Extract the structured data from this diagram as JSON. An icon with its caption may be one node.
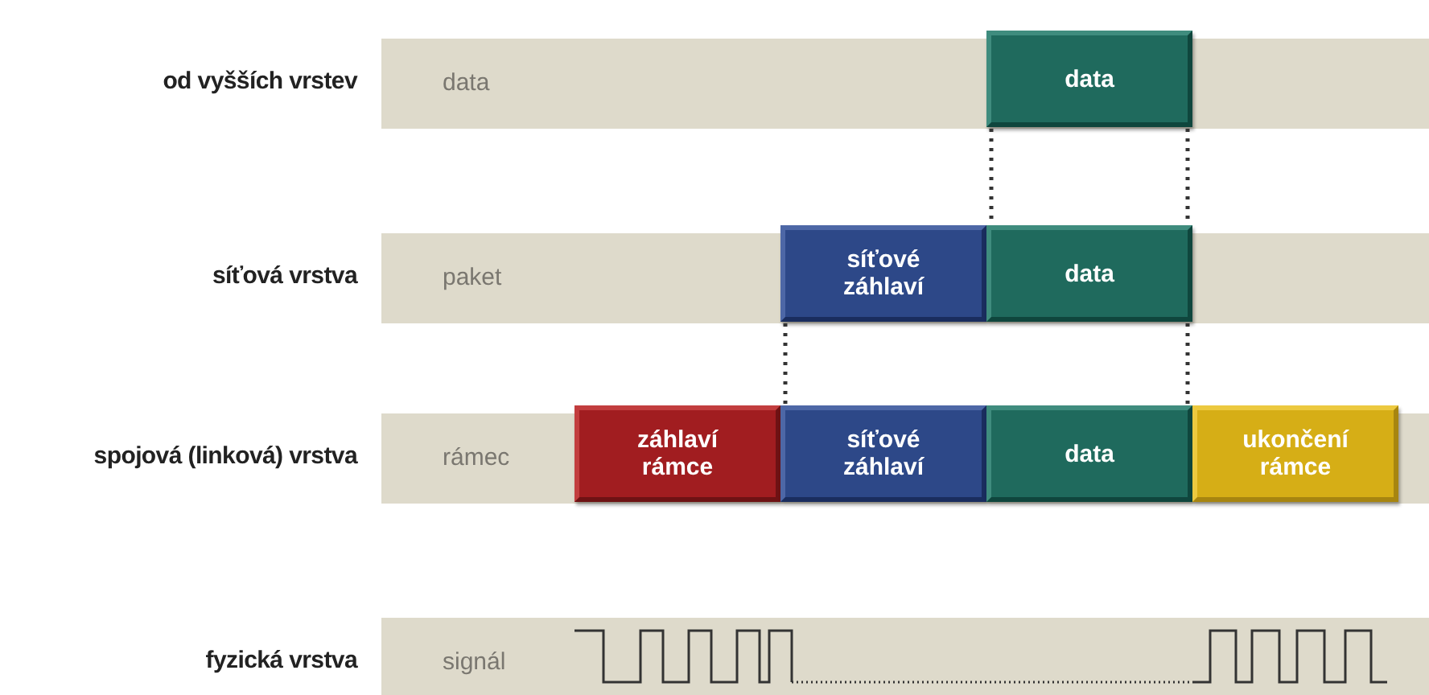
{
  "diagram": {
    "nodes": [
      {
        "text": [
          "data"
        ],
        "beside": [
          "od vyšších vrstev"
        ]
      },
      {
        "text": [
          "data"
        ],
        "in": 0
      },
      {
        "text": [
          "paket"
        ],
        "beside": [
          "síťová vrstva"
        ]
      },
      {
        "text": [
          "síťové záhlaví"
        ],
        "in": 2
      },
      {
        "text": [
          "data"
        ],
        "in": 2
      },
      {
        "text": [
          "rámec"
        ],
        "beside": [
          "spojová (linková) vrstva"
        ]
      },
      {
        "text": [
          "záhlaví rámce"
        ],
        "in": 5
      },
      {
        "text": [
          "síťové záhlaví"
        ],
        "in": 5
      },
      {
        "text": [
          "data"
        ],
        "in": 5
      },
      {
        "text": [
          "ukončení rámce"
        ],
        "in": 5
      },
      {
        "text": [
          "signál"
        ],
        "beside": [
          "fyzická vrstva"
        ]
      }
    ],
    "edges": [
      {
        "from": 1,
        "to": 4,
        "arrow": "none",
        "style": "dashed"
      },
      {
        "from": 1,
        "to": 4,
        "arrow": "none",
        "style": "dashed"
      },
      {
        "from": 3,
        "to": 7,
        "arrow": "none",
        "style": "dashed"
      },
      {
        "from": 4,
        "to": 8,
        "arrow": "none",
        "style": "dashed"
      }
    ]
  }
}
